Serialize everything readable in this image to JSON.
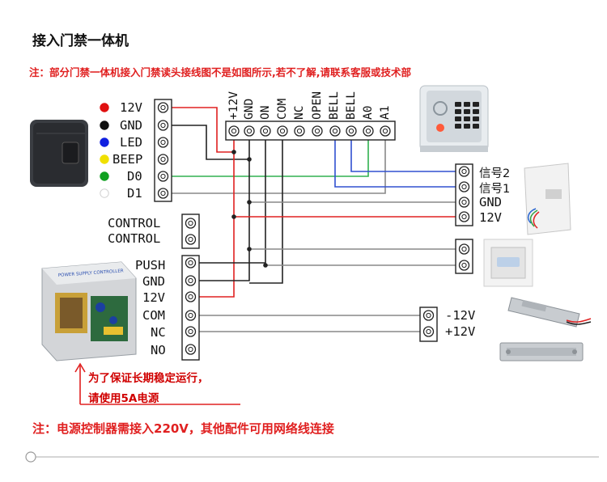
{
  "title": "接入门禁一体机",
  "note_top": "注：部分门禁一体机接入门禁读头接线图不是如图所示,若不了解,请联系客服或技术部",
  "note_bottom": "注：电源控制器需接入220V，其他配件可用网络线连接",
  "stability_note": {
    "line1": "为了保证长期稳定运行，",
    "line2": "请使用5A电源"
  },
  "reader_terminals": [
    {
      "label": "12V",
      "dot_color": "#e01010"
    },
    {
      "label": "GND",
      "dot_color": "#111111"
    },
    {
      "label": "LED",
      "dot_color": "#1020e0"
    },
    {
      "label": "BEEP",
      "dot_color": "#f0e000"
    },
    {
      "label": "D0",
      "dot_color": "#10a020"
    },
    {
      "label": "D1",
      "dot_color": "#ffffff"
    }
  ],
  "controller_terminals": [
    "+12V",
    "GND",
    "ON",
    "COM",
    "NC",
    "OPEN",
    "BELL",
    "BELL",
    "A0",
    "A1"
  ],
  "control_terminals": [
    "CONTROL",
    "CONTROL"
  ],
  "power_terminals": [
    "PUSH",
    "GND",
    "12V",
    "COM",
    "NC",
    "NO"
  ],
  "doorbell_terminals": [
    "信号2",
    "信号1",
    "GND",
    "12V"
  ],
  "lock_terminals": [
    "-12V",
    "+12V"
  ],
  "power_box_label": "POWER SUPPLY CONTROLLER",
  "wire_colors": {
    "power": "#e02020",
    "ground": "#222222",
    "green": "#30b050",
    "blue": "#3050d0",
    "gray": "#888888"
  }
}
